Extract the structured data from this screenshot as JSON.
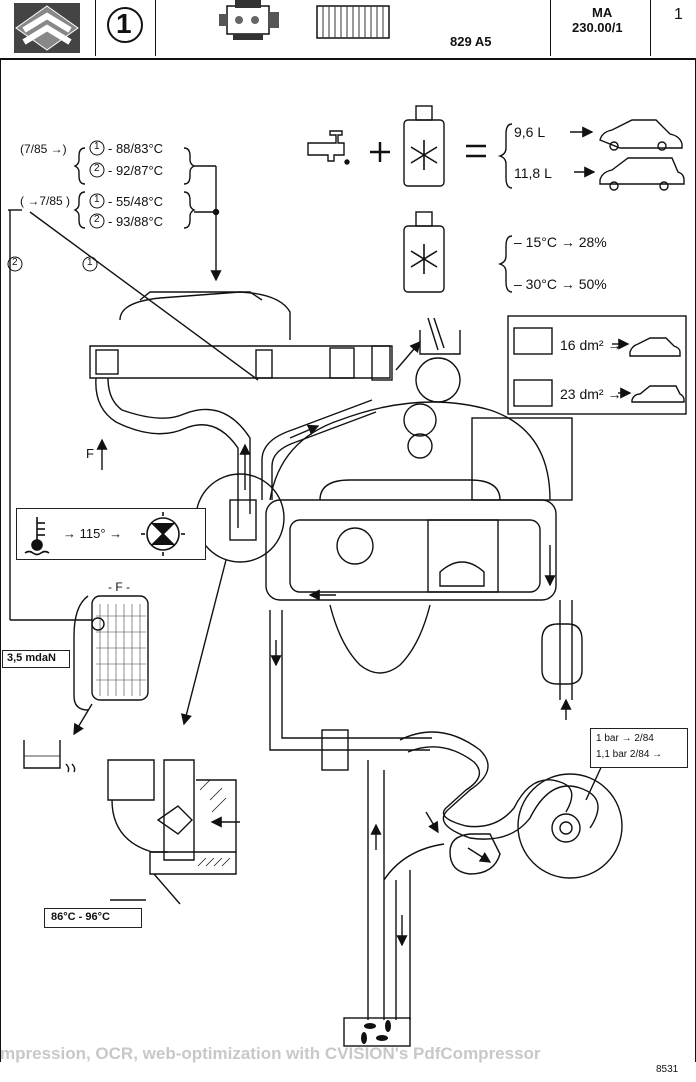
{
  "header": {
    "logo": "citroen-chevrons-logo",
    "section_number": "1",
    "doc_code": "829 A5",
    "ref_title": "MA",
    "ref_number": "230.00/1",
    "page": "1"
  },
  "thermostat_table": {
    "group1_date": "(7/85 →)",
    "group1_row1_num": "1",
    "group1_row1_val": "- 88/83°C",
    "group1_row2_num": "2",
    "group1_row2_val": "- 92/87°C",
    "group2_date": "( →7/85 )",
    "group2_row1_num": "1",
    "group2_row1_val": "- 55/48°C",
    "group2_row2_num": "2",
    "group2_row2_val": "- 93/88°C",
    "callout1": "1",
    "callout2": "2"
  },
  "coolant_capacity": {
    "equals": "=",
    "plus": "+",
    "saloon_volume": "9,6 L",
    "estate_volume": "11,8 L"
  },
  "antifreeze": {
    "row1": "– 15°C → 28%",
    "row2": "– 30°C → 50%"
  },
  "radiator_area": {
    "saloon": "16 dm² →",
    "estate": "23 dm² →"
  },
  "warning_panel": {
    "temp": "→ 115° →"
  },
  "labels": {
    "flow_f": "F",
    "radiator_f": "- F -",
    "torque": "3,5 mdaN",
    "thermo_range": "86°C - 96°C",
    "pressure1": "1 bar → 2/84",
    "pressure2": "1,1 bar 2/84 →",
    "fig_number": "8531",
    "footer_banner": "mpression, OCR, web-optimization with CVISION's PdfCompressor"
  },
  "colors": {
    "ink": "#111111",
    "banner": "#c8c8c8"
  }
}
